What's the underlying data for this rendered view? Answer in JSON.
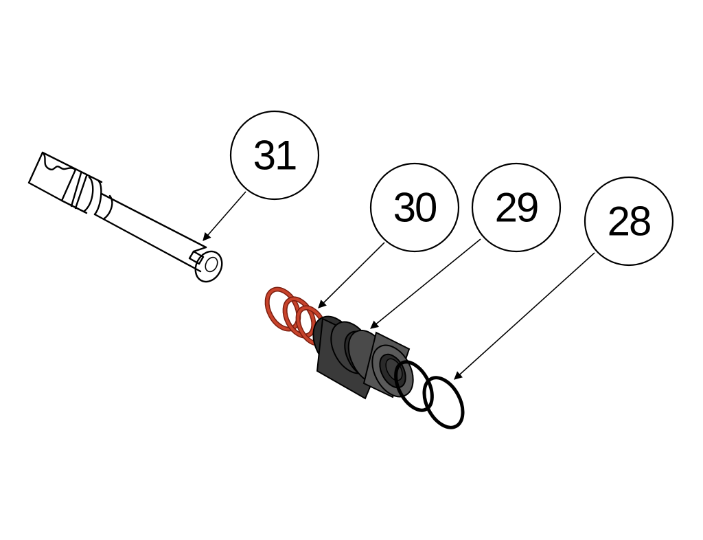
{
  "colors": {
    "outline": "#000000",
    "background": "#ffffff",
    "oring_red": "#c8432b",
    "oring_red_dark": "#7a1e10",
    "retainer_dark": "#3a3a3a",
    "retainer_mid": "#5a5a5a",
    "oring_black": "#000000"
  },
  "callouts": [
    {
      "id": "31",
      "label": "31",
      "points_to": "shaft-part"
    },
    {
      "id": "30",
      "label": "30",
      "points_to": "red-oring-set"
    },
    {
      "id": "29",
      "label": "29",
      "points_to": "retainer-bushing"
    },
    {
      "id": "28",
      "label": "28",
      "points_to": "black-oring-set"
    }
  ],
  "icons": {
    "shaft": "shaft-icon",
    "red_orings": "o-ring-icon",
    "retainer": "bushing-icon",
    "black_orings": "o-ring-icon"
  }
}
